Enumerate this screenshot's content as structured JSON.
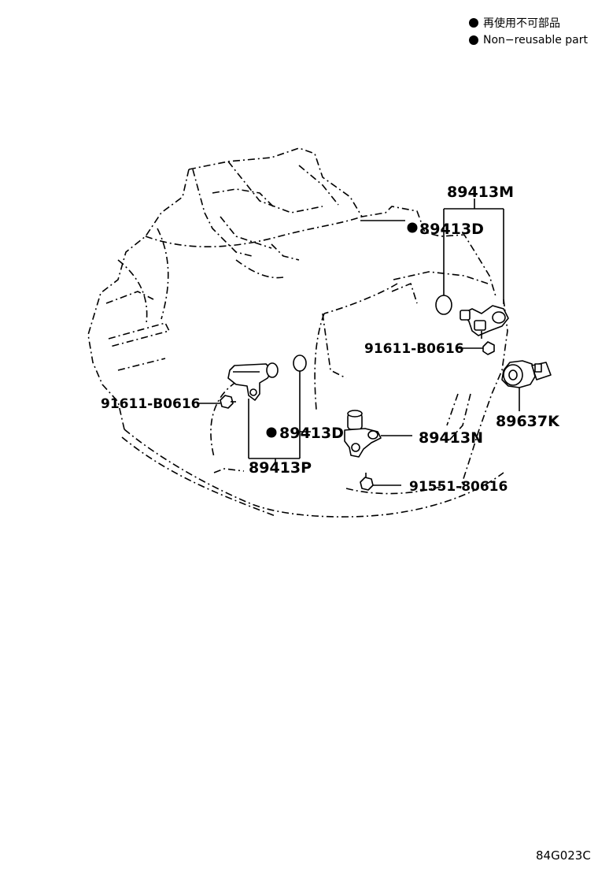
{
  "legend": {
    "line_ja": "再使用不可部品",
    "line_en": "Non−reusable part"
  },
  "labels": {
    "sensor_top_group": "89413M",
    "oring_top": "89413D",
    "bolt_top": "91611-B0616",
    "switch_right": "89637K",
    "bolt_left": "91611-B0616",
    "oring_left": "89413D",
    "sensor_left": "89413P",
    "sensor_center": "89413N",
    "bolt_center": "91551-80616"
  },
  "diagram_code": "84G023C"
}
